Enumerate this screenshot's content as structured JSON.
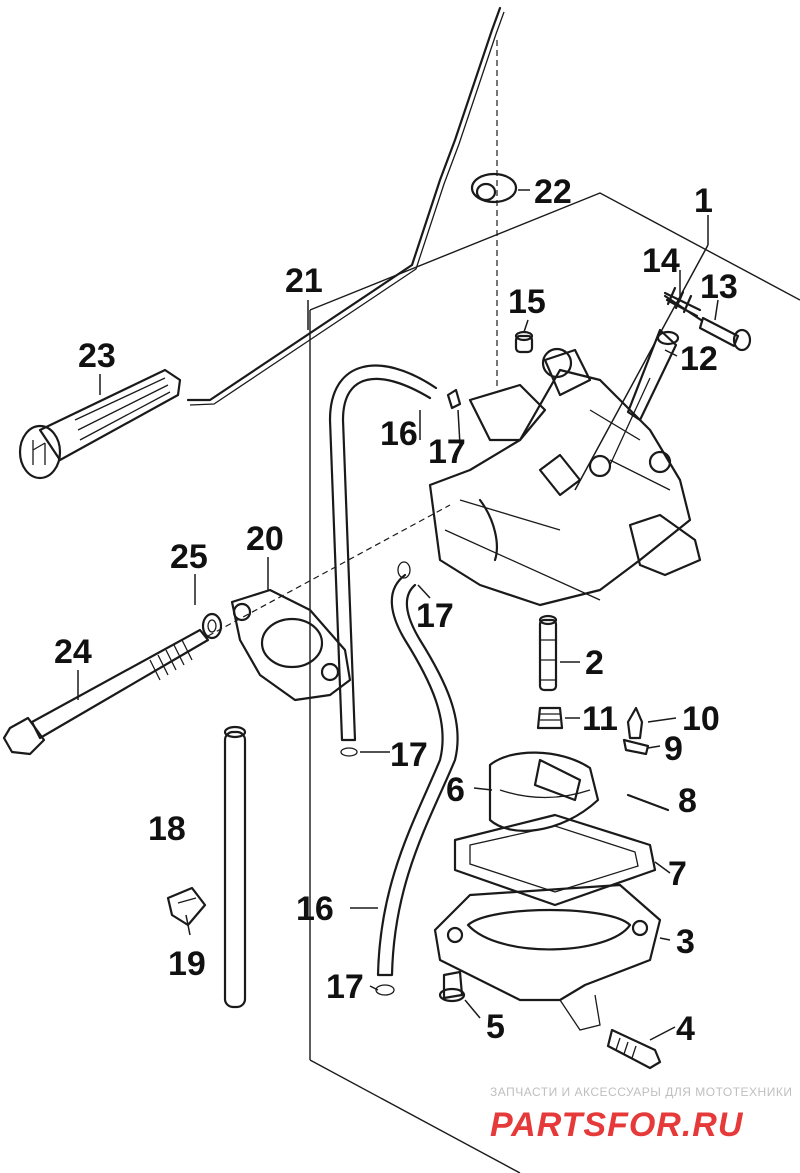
{
  "diagram": {
    "callouts": {
      "c1": "1",
      "c2": "2",
      "c3": "3",
      "c4": "4",
      "c5": "5",
      "c6": "6",
      "c7": "7",
      "c8": "8",
      "c9": "9",
      "c10": "10",
      "c11": "11",
      "c12": "12",
      "c13": "13",
      "c14": "14",
      "c15": "15",
      "c16a": "16",
      "c16b": "16",
      "c17a": "17",
      "c17b": "17",
      "c17c": "17",
      "c17d": "17",
      "c18": "18",
      "c19": "19",
      "c20": "20",
      "c21": "21",
      "c22": "22",
      "c23": "23",
      "c24": "24",
      "c25": "25"
    }
  },
  "watermark": {
    "tagline": "ЗАПЧАСТИ И АКСЕССУАРЫ ДЛЯ МОТОТЕХНИКИ",
    "brand": "PARTSFOR.RU",
    "brand_color": "#e63a3a"
  }
}
